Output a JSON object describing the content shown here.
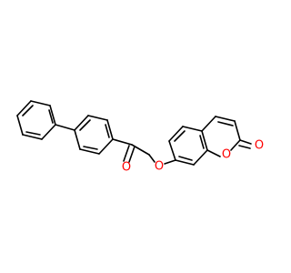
{
  "molecule": {
    "atom_labels": {
      "ketone_oxygen": "O",
      "ether_oxygen": "O",
      "ring_oxygen": "O",
      "carbonyl_oxygen": "O"
    },
    "colors": {
      "bond": "#000000",
      "oxygen": "#ff0000",
      "background": "#ffffff"
    }
  }
}
